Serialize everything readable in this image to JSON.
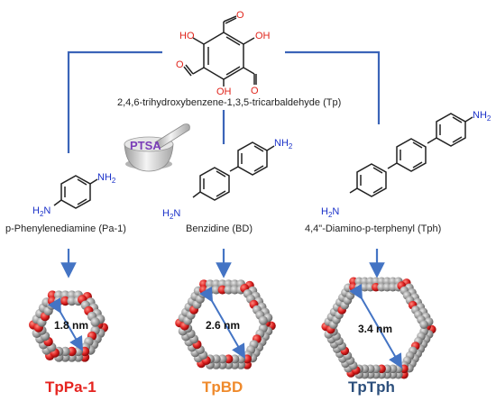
{
  "colors": {
    "connector": "#3b64b8",
    "oxygen_text": "#e0241b",
    "nitrogen_text": "#1a31c9",
    "bond": "#222222",
    "arrow": "#4474c4",
    "tpPa1": "#e52420",
    "tpBD": "#ef8a2c",
    "tpTph": "#2c4f7c",
    "ptsa": "#7b3db8"
  },
  "catalyst": {
    "label": "PTSA",
    "icon": "mortar-and-pestle-icon"
  },
  "aldehyde": {
    "name": "2,4,6-trihydroxybenzene-1,3,5-tricarbaldehyde (Tp)",
    "atoms": {
      "hydroxyl": "HO",
      "hydroxyl_right": "OH",
      "hydroxyl_bottom": "OH",
      "oxygen": "O"
    }
  },
  "amines": [
    {
      "id": "pa1",
      "name": "p-Phenylenediamine (Pa-1)",
      "top_group": "NH",
      "top_sub": "2",
      "bottom_group": "H",
      "bottom_sub": "2",
      "bottom_tail": "N"
    },
    {
      "id": "bd",
      "name": "Benzidine (BD)",
      "top_group": "NH",
      "top_sub": "2",
      "bottom_group": "H",
      "bottom_sub": "2",
      "bottom_tail": "N"
    },
    {
      "id": "tph",
      "name": "4,4\"-Diamino-p-terphenyl (Tph)",
      "top_group": "NH",
      "top_sub": "2",
      "bottom_group": "H",
      "bottom_sub": "2",
      "bottom_tail": "N"
    }
  ],
  "products": [
    {
      "id": "tppa1",
      "name": "TpPa-1",
      "pore": "1.8 nm"
    },
    {
      "id": "tpbd",
      "name": "TpBD",
      "pore": "2.6 nm"
    },
    {
      "id": "tptph",
      "name": "TpTph",
      "pore": "3.4 nm"
    }
  ]
}
